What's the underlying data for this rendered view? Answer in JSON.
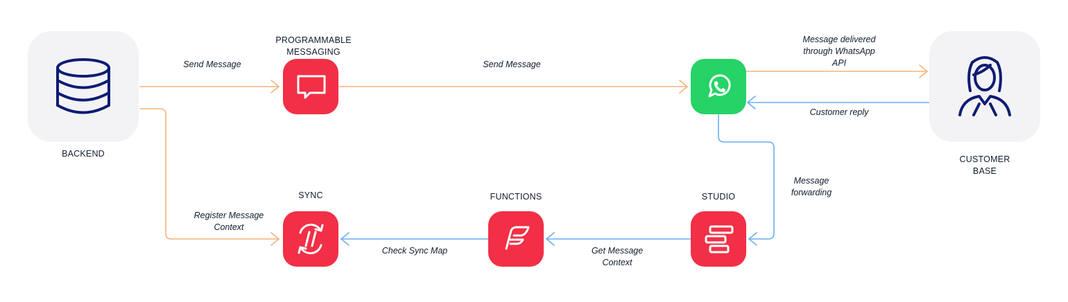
{
  "colors": {
    "send_path": "#f7b27a",
    "reply_path": "#69aef5",
    "twilio_red": "#f22f46",
    "whatsapp_green": "#25d366",
    "tile_grey": "#f3f3f6",
    "navy": "#0e1c73",
    "text": "#121c2d"
  },
  "nodes": {
    "backend": {
      "label": "BACKEND",
      "icon": "database-icon"
    },
    "programmable_messaging": {
      "label_line1": "PROGRAMMABLE",
      "label_line2": "MESSAGING",
      "icon": "chat-bubble-icon"
    },
    "whatsapp": {
      "icon": "whatsapp-icon"
    },
    "customer_base": {
      "label_line1": "CUSTOMER",
      "label_line2": "BASE",
      "icon": "woman-user-icon"
    },
    "sync": {
      "label": "SYNC",
      "icon": "sync-arrows-icon"
    },
    "functions": {
      "label": "FUNCTIONS",
      "icon": "functions-icon"
    },
    "studio": {
      "label": "STUDIO",
      "icon": "studio-flow-icon"
    }
  },
  "edges": {
    "backend_to_messaging": {
      "label": "Send Message"
    },
    "messaging_to_whatsapp": {
      "label": "Send Message"
    },
    "whatsapp_to_customer": {
      "label_line1": "Message delivered",
      "label_line2": "through WhatsApp",
      "label_line3": "API"
    },
    "customer_to_whatsapp": {
      "label": "Customer reply"
    },
    "whatsapp_to_studio": {
      "label_line1": "Message",
      "label_line2": "forwarding"
    },
    "studio_to_functions": {
      "label_line1": "Get Message",
      "label_line2": "Context"
    },
    "functions_to_sync": {
      "label": "Check Sync Map"
    },
    "backend_to_sync": {
      "label_line1": "Register Message",
      "label_line2": "Context"
    }
  }
}
